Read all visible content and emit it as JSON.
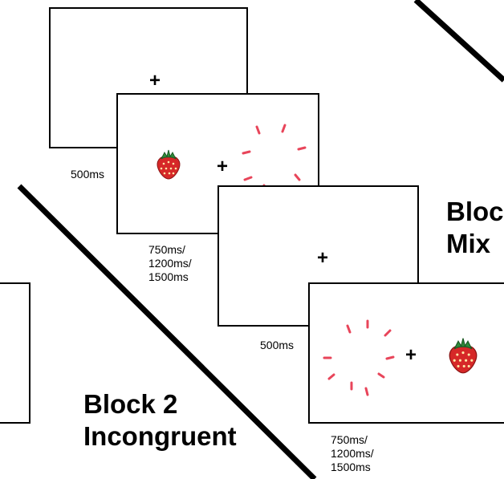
{
  "fixation_symbol": "+",
  "durations": {
    "fixation": "500ms",
    "stimulus_lines": [
      "750ms/",
      "1200ms/",
      "1500ms"
    ]
  },
  "blocks": {
    "block2": {
      "line1": "Block 2",
      "line3": "Incongruent"
    },
    "block3_partial": {
      "line1": "Bloc",
      "line2": "Mix"
    }
  },
  "colors": {
    "line": "#000000",
    "strawberry_red": "#d62828",
    "strawberry_green": "#2e8b3a",
    "ring_marks": "#e8455a"
  },
  "icons": {
    "fruit": "strawberry-icon",
    "distractor": "radial-line-ring-icon"
  }
}
